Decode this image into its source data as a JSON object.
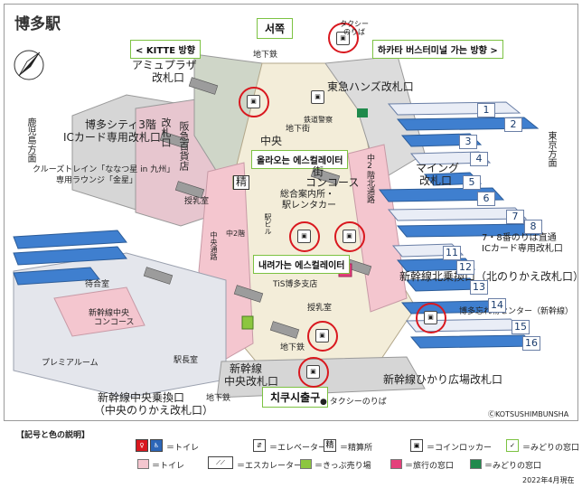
{
  "title": "博多駅",
  "top_tags": {
    "west_exit": "서쪽",
    "kitte": "< KITTE 방향",
    "bus_terminal": "하카타 버스터미널 가는 방향 >",
    "up_escalator": "올라오는 에스컬레이터",
    "down_escalator": "내려가는 에스컬레이터",
    "chikushi_exit": "치쿠시출구"
  },
  "labels": {
    "taxi_top": "タクシー",
    "taxi_top2": "のりば",
    "chikatetsu_top": "地下鉄",
    "amu_plaza": "アミュプラザ",
    "amu_plaza2": "改札口",
    "tokyu_hands": "東急ハンズ改札口",
    "hakata_city": "博多シティ3階",
    "hakata_city2": "ICカード専用改札口",
    "kagoshima": "鹿児島方面",
    "cruise_train": "クルーズトレイン「ななつ星 in 九州」",
    "cruise_train2": "専用ラウンジ「金星」",
    "tokyo": "東京方面",
    "hankyu": "阪急百貨店",
    "hankyu_kaisatsu": "改札口",
    "chuo": "中央",
    "chuo_gai": "街",
    "tetsudo_kei": "鉄道警察",
    "chikagai": "地下街",
    "junyu": "授乳室",
    "sogo_annai": "総合案内所・",
    "eki_renta": "駅レンタカー",
    "concourse": "コンコース",
    "kitamachi": "中2階北通路",
    "my_ing": "マイング",
    "my_ing2": "改札口",
    "platform_7_8": "7・8番のりば直通",
    "platform_7_8b": "ICカード専用改札口",
    "shinkansen_north": "新幹線北乗換口（北のりかえ改札口）",
    "wasuremono": "博多忘れ物センター（新幹線）",
    "tis": "TiS博多支店",
    "junyu2": "授乳室",
    "machiai": "待合室",
    "shinkansen_chuo_conc": "新幹線中央",
    "shinkansen_chuo_conc2": "コンコース",
    "premium": "プレミアルーム",
    "ekicho": "駅長室",
    "shinkansen_chuo_kaisatsu": "新幹線",
    "shinkansen_chuo_kaisatsu2": "中央改札口",
    "shinkansen_chuo_norikae": "新幹線中央乗換口",
    "shinkansen_chuo_norikae2": "（中央のりかえ改札口）",
    "hikari": "新幹線ひかり広場改札口",
    "chikatetsu_bottom": "地下鉄",
    "chikatetsu_bottom2": "地下鉄",
    "taxi_bottom": "● タクシーのりば",
    "kotsushimbunsha": "ⒸKOTSUSHIMBUNSHA",
    "chuo_tsuro": "中央通路",
    "chu2kai": "中2階",
    "ekimae": "駅ビル",
    "sei": "精"
  },
  "platforms": [
    "1",
    "2",
    "3",
    "4",
    "5",
    "6",
    "7",
    "8",
    "11",
    "12",
    "13",
    "14",
    "15",
    "16"
  ],
  "legend": {
    "title": "【記号と色の説明】",
    "toilet": "＝トイレ",
    "elevator": "＝エレベーター",
    "seisan": "＝精算所",
    "coin_locker": "＝コインロッカー",
    "midori": "＝みどりの窓口",
    "toilet_pink": "＝トイレ",
    "escalator": "＝エスカレーター",
    "kippu": "＝きっぷ売り場",
    "ryoko": "＝旅行の窓口",
    "midori2": "＝みどりの窓口",
    "seisan_glyph": "精",
    "locker_glyph": "▣"
  },
  "date": "2022年4月現在",
  "colors": {
    "platform_blue": "#3f7fcf",
    "platform_light": "#e9edf6",
    "concourse_pink": "#f4c6cf",
    "floor_beige": "#f3edd9",
    "building_gray": "#c9c9c9",
    "green": "#7cc242",
    "ticket_green": "#8cc63f",
    "travel_magenta": "#e4407b",
    "midori_dark": "#1f8a4c",
    "highlight_red": "#d9181f"
  }
}
